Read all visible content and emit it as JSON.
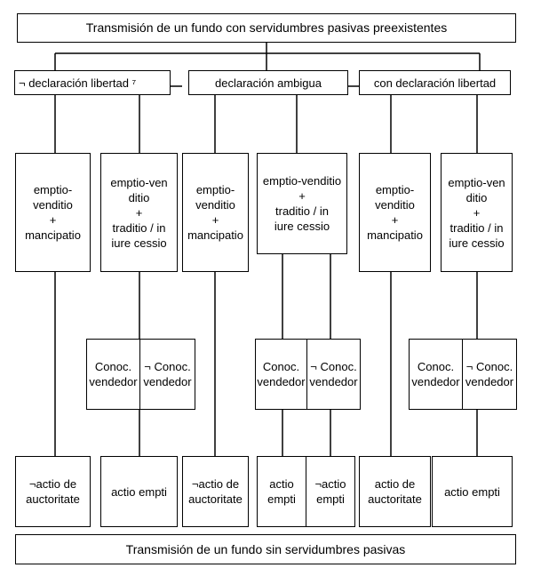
{
  "top": "Transmisión de un fundo con servidumbres pasivas preexistentes",
  "bottom": "Transmisión de un fundo sin servidumbres pasivas",
  "categories": {
    "no_declaration": "¬ declaración libertad ⁷",
    "ambiguous": "declaración ambigua",
    "with_declaration": "con declaración libertad"
  },
  "contracts": {
    "c1": "emptio-\nvenditio\n+\nmancipatio",
    "c2": "emptio-ven\nditio\n+\ntraditio / in\niure cessio",
    "c3": "emptio-\nvenditio\n+\nmancipatio",
    "c4": "emptio-venditio\n+\ntraditio / in\niure cessio",
    "c5": "emptio-\nvenditio\n+\nmancipatio",
    "c6": "emptio-ven\nditio\n+\ntraditio / in\niure cessio"
  },
  "knowledge": {
    "known": "Conoc.\nvendedor",
    "unknown": "¬ Conoc.\nvendedor"
  },
  "actions": {
    "a1": "¬actio de\nauctoritate",
    "a2": "actio empti",
    "a3": "¬actio de\nauctoritate",
    "a4": "actio\nempti",
    "a5": "¬actio\nempti",
    "a6": "actio de\nauctoritate",
    "a7": "actio empti"
  }
}
